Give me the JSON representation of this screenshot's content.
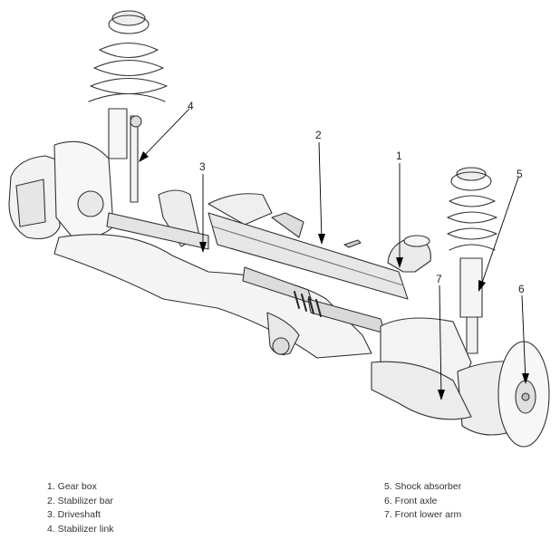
{
  "callouts": [
    "1",
    "2",
    "3",
    "4",
    "5",
    "6",
    "7"
  ],
  "legend": {
    "left": [
      "1. Gear box",
      "2. Stabilizer bar",
      "3. Driveshaft",
      "4. Stabilizer link"
    ],
    "right": [
      "5. Shock absorber",
      "6. Front axle",
      "7. Front lower arm"
    ]
  }
}
